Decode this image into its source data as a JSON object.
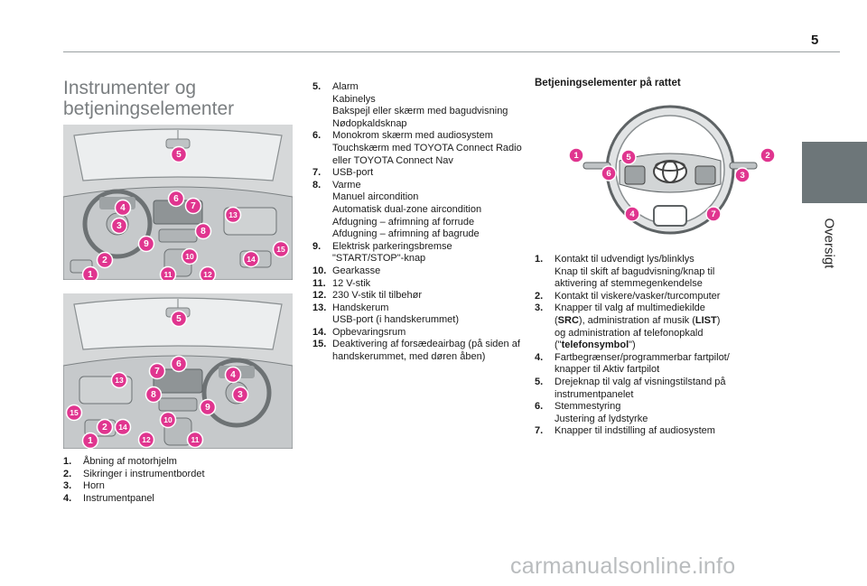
{
  "page": {
    "number": "5",
    "side_tab": "Oversigt",
    "watermark": "carmanualsonline.info"
  },
  "title": {
    "line1": "Instrumenter og",
    "line2": "betjeningselementer"
  },
  "callouts_top": [
    "1",
    "2",
    "3",
    "4",
    "5",
    "6",
    "7",
    "8",
    "9",
    "10",
    "11",
    "12",
    "13",
    "14",
    "15"
  ],
  "callouts_bottom": [
    "1",
    "2",
    "3",
    "4",
    "5",
    "6",
    "7",
    "8",
    "9",
    "10",
    "11",
    "12",
    "13",
    "14",
    "15"
  ],
  "callouts_wheel": [
    "1",
    "2",
    "3",
    "4",
    "5",
    "6",
    "7"
  ],
  "colors": {
    "callout": "#e0358f",
    "tab": "#6d7679",
    "illustration_bg": "#d6d8d9"
  },
  "list_left": [
    {
      "num": "1.",
      "lines": [
        "Åbning af motorhjelm"
      ]
    },
    {
      "num": "2.",
      "lines": [
        "Sikringer i instrumentbordet"
      ]
    },
    {
      "num": "3.",
      "lines": [
        "Horn"
      ]
    },
    {
      "num": "4.",
      "lines": [
        "Instrumentpanel"
      ]
    }
  ],
  "list_middle": [
    {
      "num": "5.",
      "lines": [
        "Alarm",
        "Kabinelys",
        "Bakspejl eller skærm med bagudvisning",
        "Nødopkaldsknap"
      ]
    },
    {
      "num": "6.",
      "lines": [
        "Monokrom skærm med audiosystem",
        "Touchskærm med TOYOTA Connect Radio",
        "eller TOYOTA Connect Nav"
      ]
    },
    {
      "num": "7.",
      "lines": [
        "USB-port"
      ]
    },
    {
      "num": "8.",
      "lines": [
        "Varme",
        "Manuel aircondition",
        "Automatisk dual-zone aircondition",
        "Afdugning – afrimning af forrude",
        "Afdugning – afrimning af bagrude"
      ]
    },
    {
      "num": "9.",
      "lines": [
        "Elektrisk parkeringsbremse",
        "\"START/STOP\"-knap"
      ]
    },
    {
      "num": "10.",
      "lines": [
        "Gearkasse"
      ]
    },
    {
      "num": "11.",
      "lines": [
        "12 V-stik"
      ]
    },
    {
      "num": "12.",
      "lines": [
        "230 V-stik til tilbehør"
      ]
    },
    {
      "num": "13.",
      "lines": [
        "Handskerum",
        "USB-port (i handskerummet)"
      ]
    },
    {
      "num": "14.",
      "lines": [
        "Opbevaringsrum"
      ]
    },
    {
      "num": "15.",
      "lines": [
        "Deaktivering af forsædeairbag (på siden af",
        "handskerummet, med døren åben)"
      ]
    }
  ],
  "right": {
    "heading": "Betjeningselementer på rattet",
    "items": [
      {
        "num": "1.",
        "lines": [
          "Kontakt til udvendigt lys/blinklys",
          "Knap til skift af bagudvisning/knap til",
          "aktivering af stemmegenkendelse"
        ]
      },
      {
        "num": "2.",
        "lines": [
          "Kontakt til viskere/vasker/turcomputer"
        ]
      },
      {
        "num": "3.",
        "lines": [
          "Knapper til valg af multimediekilde"
        ],
        "rich": [
          {
            "a": "(",
            "b": "SRC",
            "c": "), administration af musik (",
            "d": "LIST",
            "e": ")"
          },
          {
            "a": "og administration af telefonopkald",
            "b": "",
            "c": "",
            "d": "",
            "e": ""
          },
          {
            "a": "(\"",
            "b": "telefonsymbol",
            "c": "\")",
            "d": "",
            "e": ""
          }
        ]
      },
      {
        "num": "4.",
        "lines": [
          "Fartbegrænser/programmerbar fartpilot/",
          "knapper til Aktiv fartpilot"
        ]
      },
      {
        "num": "5.",
        "lines": [
          "Drejeknap til valg af visningstilstand på",
          "instrumentpanelet"
        ]
      },
      {
        "num": "6.",
        "lines": [
          "Stemmestyring",
          "Justering af lydstyrke"
        ]
      },
      {
        "num": "7.",
        "lines": [
          "Knapper til indstilling af audiosystem"
        ]
      }
    ]
  }
}
